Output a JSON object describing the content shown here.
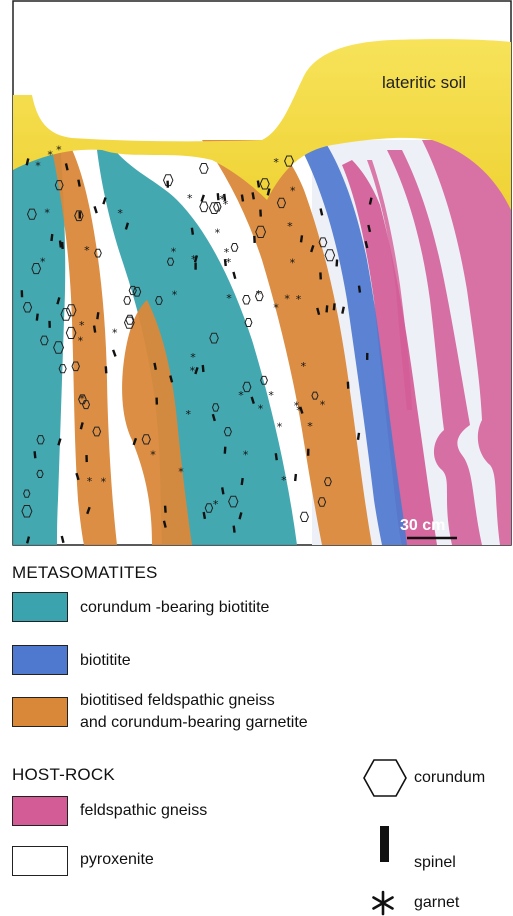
{
  "section": {
    "soil_label": "lateritic soil",
    "scale_label": "30 cm"
  },
  "legend": {
    "metasomatites": {
      "heading": "METASOMATITES",
      "items": [
        {
          "label": "corundum -bearing biotitite",
          "color": "#3aa3ad"
        },
        {
          "label": "biotitite",
          "color": "#4f79cf"
        },
        {
          "label_line1": "biotitised feldspathic gneiss",
          "label_line2": "and corundum-bearing garnetite",
          "color": "#d9883a"
        }
      ]
    },
    "host_rock": {
      "heading": "HOST-ROCK",
      "items": [
        {
          "label": "feldspathic gneiss",
          "color": "#d35c96"
        },
        {
          "label": "pyroxenite",
          "color": "#ffffff"
        }
      ]
    },
    "symbols": [
      {
        "icon": "hexagon-icon",
        "label": "corundum"
      },
      {
        "icon": "bar-icon",
        "label": "spinel"
      },
      {
        "icon": "asterisk-icon",
        "label": "garnet"
      }
    ]
  },
  "colors": {
    "soil": "#f3dc3c",
    "corundum_biotitite": "#3aa3ad",
    "biotitite": "#4f79cf",
    "gneiss_garnetite": "#d9883a",
    "feldspathic_gneiss": "#d35c96",
    "pyroxenite": "#eef0f8"
  }
}
